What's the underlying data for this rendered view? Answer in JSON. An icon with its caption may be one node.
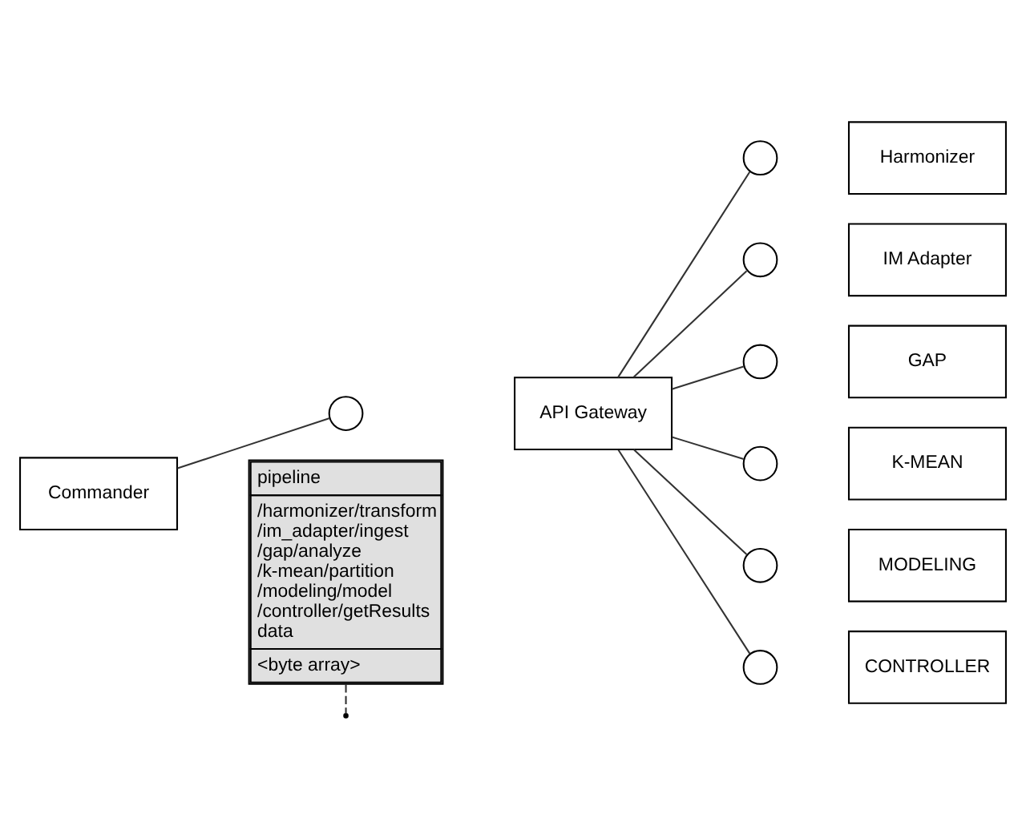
{
  "diagram": {
    "nodes": [
      {
        "text": [
          "Commander"
        ]
      },
      {
        "text": [],
        "shape": "circle"
      },
      {
        "text": [
          "API Gateway"
        ]
      },
      {
        "text": [
          "pipeline",
          "/harmonizer/transform",
          "/im_adapter/ingest",
          "/gap/analyze",
          "/k-mean/partition",
          "/modeling/model",
          "/controller/getResults",
          "data",
          "<byte array>"
        ]
      },
      {
        "text": [],
        "shape": "circle"
      },
      {
        "text": [
          "Harmonizer"
        ]
      },
      {
        "text": [],
        "shape": "circle"
      },
      {
        "text": [
          "IM Adapter"
        ]
      },
      {
        "text": [],
        "shape": "circle"
      },
      {
        "text": [
          "GAP"
        ]
      },
      {
        "text": [],
        "shape": "circle"
      },
      {
        "text": [
          "K-MEAN"
        ]
      },
      {
        "text": [],
        "shape": "circle"
      },
      {
        "text": [
          "MODELING"
        ]
      },
      {
        "text": [],
        "shape": "circle"
      },
      {
        "text": [
          "CONTROLLER"
        ]
      }
    ],
    "edges": [
      {
        "from": 0,
        "to": 1,
        "arrow": "none"
      },
      {
        "from": 3,
        "to": null,
        "arrow": "none",
        "style": "dashed"
      },
      {
        "from": 2,
        "to": 4,
        "arrow": "none"
      },
      {
        "from": 2,
        "to": 6,
        "arrow": "none"
      },
      {
        "from": 2,
        "to": 8,
        "arrow": "none"
      },
      {
        "from": 2,
        "to": 10,
        "arrow": "none"
      },
      {
        "from": 2,
        "to": 12,
        "arrow": "none"
      },
      {
        "from": 2,
        "to": 14,
        "arrow": "none"
      }
    ]
  }
}
